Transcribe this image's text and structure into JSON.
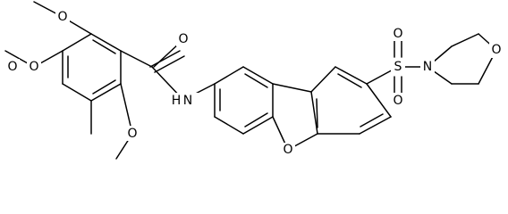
{
  "molecule": {
    "atom_labels": {
      "o1": "O",
      "o2": "O",
      "o3": "O",
      "o4": "O",
      "o_carbonyl": "O",
      "nh": "N",
      "nh_h": "H",
      "o_furan": "O",
      "s": "S",
      "o_s1": "O",
      "o_s2": "O",
      "n_morph": "N",
      "o_morph": "O"
    }
  }
}
